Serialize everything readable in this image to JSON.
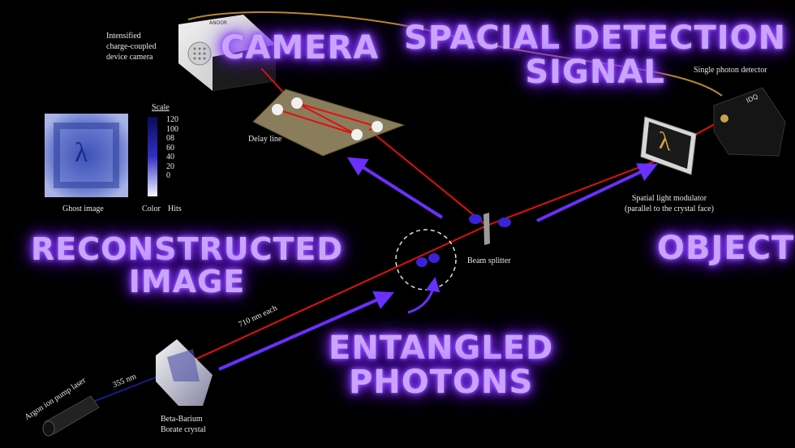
{
  "labels": {
    "camera_desc": [
      "Intensified",
      "charge-coupled",
      "device camera"
    ],
    "delay_line": "Delay line",
    "single_photon_detector": "Single photon detector",
    "slm": [
      "Spatial light modulator",
      "(parallel to the crystal face)"
    ],
    "beam_splitter": "Beam splitter",
    "ghost_image": "Ghost image",
    "wavelength_710": "710 nm each",
    "wavelength_355": "355 nm",
    "pump_laser": "Argon ion pump laser",
    "crystal": [
      "Beta-Barium",
      "Borate crystal"
    ],
    "lambda": "λ",
    "camera_brand": "ANDOR",
    "detector_brand": "IDQ"
  },
  "scale": {
    "title": "Scale",
    "ticks": [
      "120",
      "100",
      "08",
      "60",
      "40",
      "20",
      "0"
    ],
    "color_label": "Color",
    "hits_label": "Hits"
  },
  "headings": {
    "camera": "CAMERA",
    "spacial_detection": [
      "SPACIAL DETECTION",
      "SIGNAL"
    ],
    "reconstructed": [
      "RECONSTRUCTED",
      "IMAGE"
    ],
    "object": "OBJECT",
    "entangled": [
      "ENTANGLED",
      "PHOTONS"
    ]
  },
  "colors": {
    "beam_red": "#e01010",
    "beam_blue": "#1a1a8a",
    "arrow_purple": "#6a30ff",
    "heading_glow": "#8a3cff",
    "cable": "#b88a2a"
  }
}
